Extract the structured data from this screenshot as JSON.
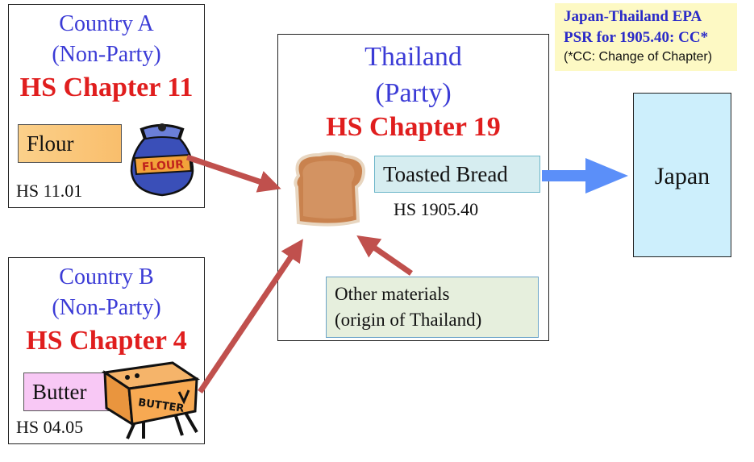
{
  "country_a": {
    "name": "Country A",
    "status": "(Non-Party)",
    "chapter": "HS Chapter 11",
    "material": "Flour",
    "hs_code": "HS 11.01",
    "icon_text": "FLOUR"
  },
  "country_b": {
    "name": "Country B",
    "status": "(Non-Party)",
    "chapter": "HS Chapter 4",
    "material": "Butter",
    "hs_code": "HS 04.05",
    "icon_text": "BUTTER"
  },
  "thailand": {
    "name": "Thailand",
    "status": "(Party)",
    "chapter": "HS Chapter 19",
    "product": "Toasted Bread",
    "hs_code": "HS 1905.40",
    "other_materials_line1": "Other materials",
    "other_materials_line2": "(origin of Thailand)"
  },
  "destination": "Japan",
  "note": {
    "line1": "Japan-Thailand EPA",
    "line2": "PSR for 1905.40: CC*",
    "line3": "(*CC: Change of Chapter)"
  },
  "colors": {
    "party_text": "#3b3bd6",
    "chapter_text": "#e01e1e",
    "arrow_red": "#c0504d",
    "arrow_blue": "#5b8ff9",
    "note_bg": "#fdf9c4",
    "japan_bg": "#cdeffc",
    "product_bg": "#d6edf0",
    "other_bg": "#e6efdd",
    "flour_bg": "#fbd08a",
    "butter_bg": "#f8c8f5"
  }
}
